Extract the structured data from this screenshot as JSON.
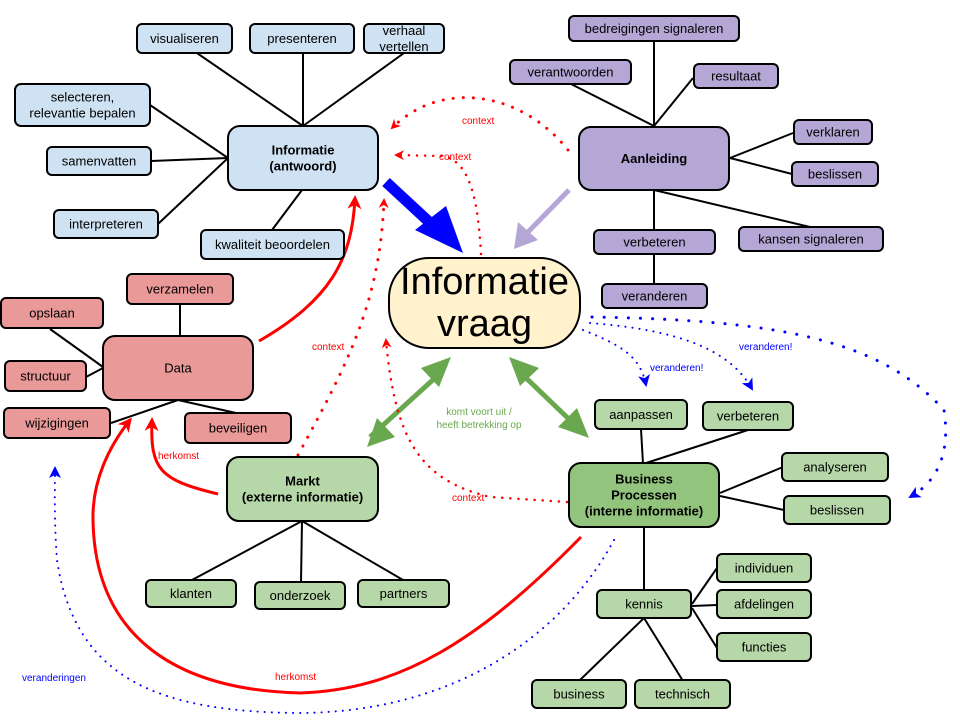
{
  "title": "Informatie vraag",
  "colors": {
    "informatie": "#cfe2f3",
    "aanleiding": "#b4a7d6",
    "data": "#ea9999",
    "markt": "#b6d7a8",
    "business": "#93c47d",
    "center": "#fff2cc",
    "red": "#ff0000",
    "blue": "#0000ff",
    "green": "#6aa84f",
    "lavender": "#b4a7d6"
  },
  "center": {
    "line1": "Informatie",
    "line2": "vraag"
  },
  "informatie": {
    "line1": "Informatie",
    "line2": "(antwoord)",
    "children": [
      {
        "line1": "visualiseren"
      },
      {
        "line1": "presenteren"
      },
      {
        "line1": "verhaal",
        "line2": "vertellen"
      },
      {
        "line1": "selecteren,",
        "line2": "relevantie bepalen"
      },
      {
        "line1": "samenvatten"
      },
      {
        "line1": "interpreteren"
      },
      {
        "line1": "kwaliteit beoordelen"
      }
    ]
  },
  "aanleiding": {
    "line1": "Aanleiding",
    "children": [
      {
        "line1": "bedreigingen signaleren"
      },
      {
        "line1": "verantwoorden"
      },
      {
        "line1": "resultaat"
      },
      {
        "line1": "verklaren"
      },
      {
        "line1": "beslissen"
      },
      {
        "line1": "verbeteren"
      },
      {
        "line1": "kansen signaleren"
      },
      {
        "line1": "veranderen"
      }
    ]
  },
  "data": {
    "line1": "Data",
    "children": [
      {
        "line1": "verzamelen"
      },
      {
        "line1": "opslaan"
      },
      {
        "line1": "structuur"
      },
      {
        "line1": "wijzigingen"
      },
      {
        "line1": "beveiligen"
      }
    ]
  },
  "markt": {
    "line1": "Markt",
    "line2": "(externe informatie)",
    "children": [
      {
        "line1": "klanten"
      },
      {
        "line1": "onderzoek"
      },
      {
        "line1": "partners"
      }
    ]
  },
  "business": {
    "line1": "Business",
    "line2": "Processen",
    "line3": "(interne informatie)",
    "children": [
      {
        "line1": "aanpassen"
      },
      {
        "line1": "verbeteren"
      },
      {
        "line1": "analyseren"
      },
      {
        "line1": "beslissen"
      },
      {
        "line1": "kennis"
      },
      {
        "line1": "individuen"
      },
      {
        "line1": "afdelingen"
      },
      {
        "line1": "functies"
      },
      {
        "line1": "business"
      },
      {
        "line1": "technisch"
      }
    ]
  },
  "labels": {
    "context_top": "context",
    "context_inner": "context",
    "context_left": "context",
    "context_bottom": "context",
    "herkomst_data": "herkomst",
    "herkomst_bottom": "herkomst",
    "komt_voort_1": "komt voort uit /",
    "komt_voort_2": "heeft betrekking op",
    "veranderen_1": "veranderen!",
    "veranderen_2": "veranderen!",
    "veranderingen": "veranderingen"
  }
}
